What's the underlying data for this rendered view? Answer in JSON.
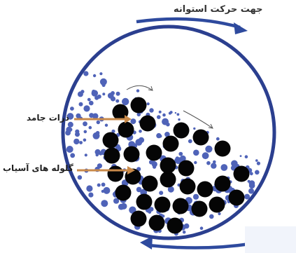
{
  "diagram": {
    "title": "جهت حرکت استوانه",
    "labels": {
      "particles": "ذرات جامد",
      "balls": "گلوله های آسیاب"
    },
    "colors": {
      "drum": "#2b3f8f",
      "arrow": "#2e4a9e",
      "ball": "#050505",
      "particle": "#4f63b8",
      "pointer": "#c98a4a"
    }
  }
}
